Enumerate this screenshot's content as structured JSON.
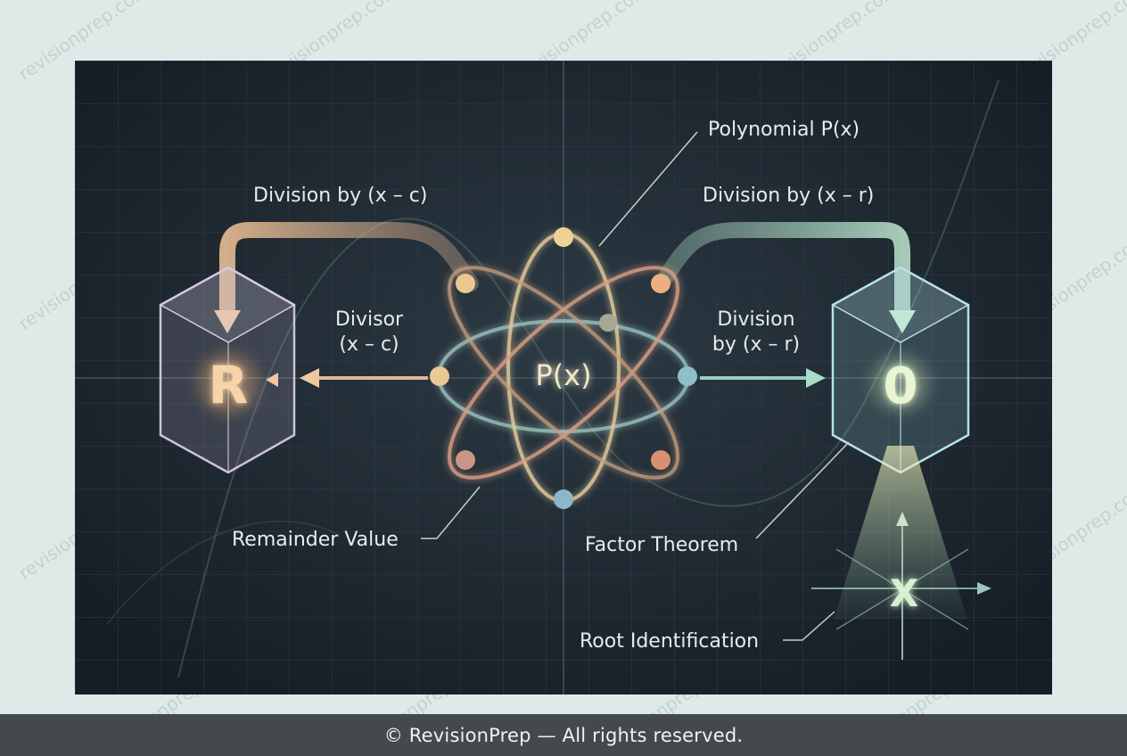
{
  "watermark": "revisionprep.com",
  "diagram": {
    "center_label": "P(x)",
    "left_box_letter": "R",
    "right_box_letter": "0",
    "root_letter": "X",
    "labels": {
      "polynomial": "Polynomial P(x)",
      "division_c": "Division by (x – c)",
      "division_r": "Division by (x – r)",
      "divisor_line1": "Divisor",
      "divisor_line2": "(x – c)",
      "division_mid_line1": "Division",
      "division_mid_line2": "by (x – r)",
      "remainder": "Remainder Value",
      "factor_theorem": "Factor Theorem",
      "root_identification": "Root Identification"
    }
  },
  "footer": {
    "copyright": "© RevisionPrep — All rights reserved."
  },
  "colors": {
    "panel": "#1d2630",
    "warm": "#f0c8a0",
    "cool": "#a8dcc8",
    "text": "#e8ecea"
  }
}
